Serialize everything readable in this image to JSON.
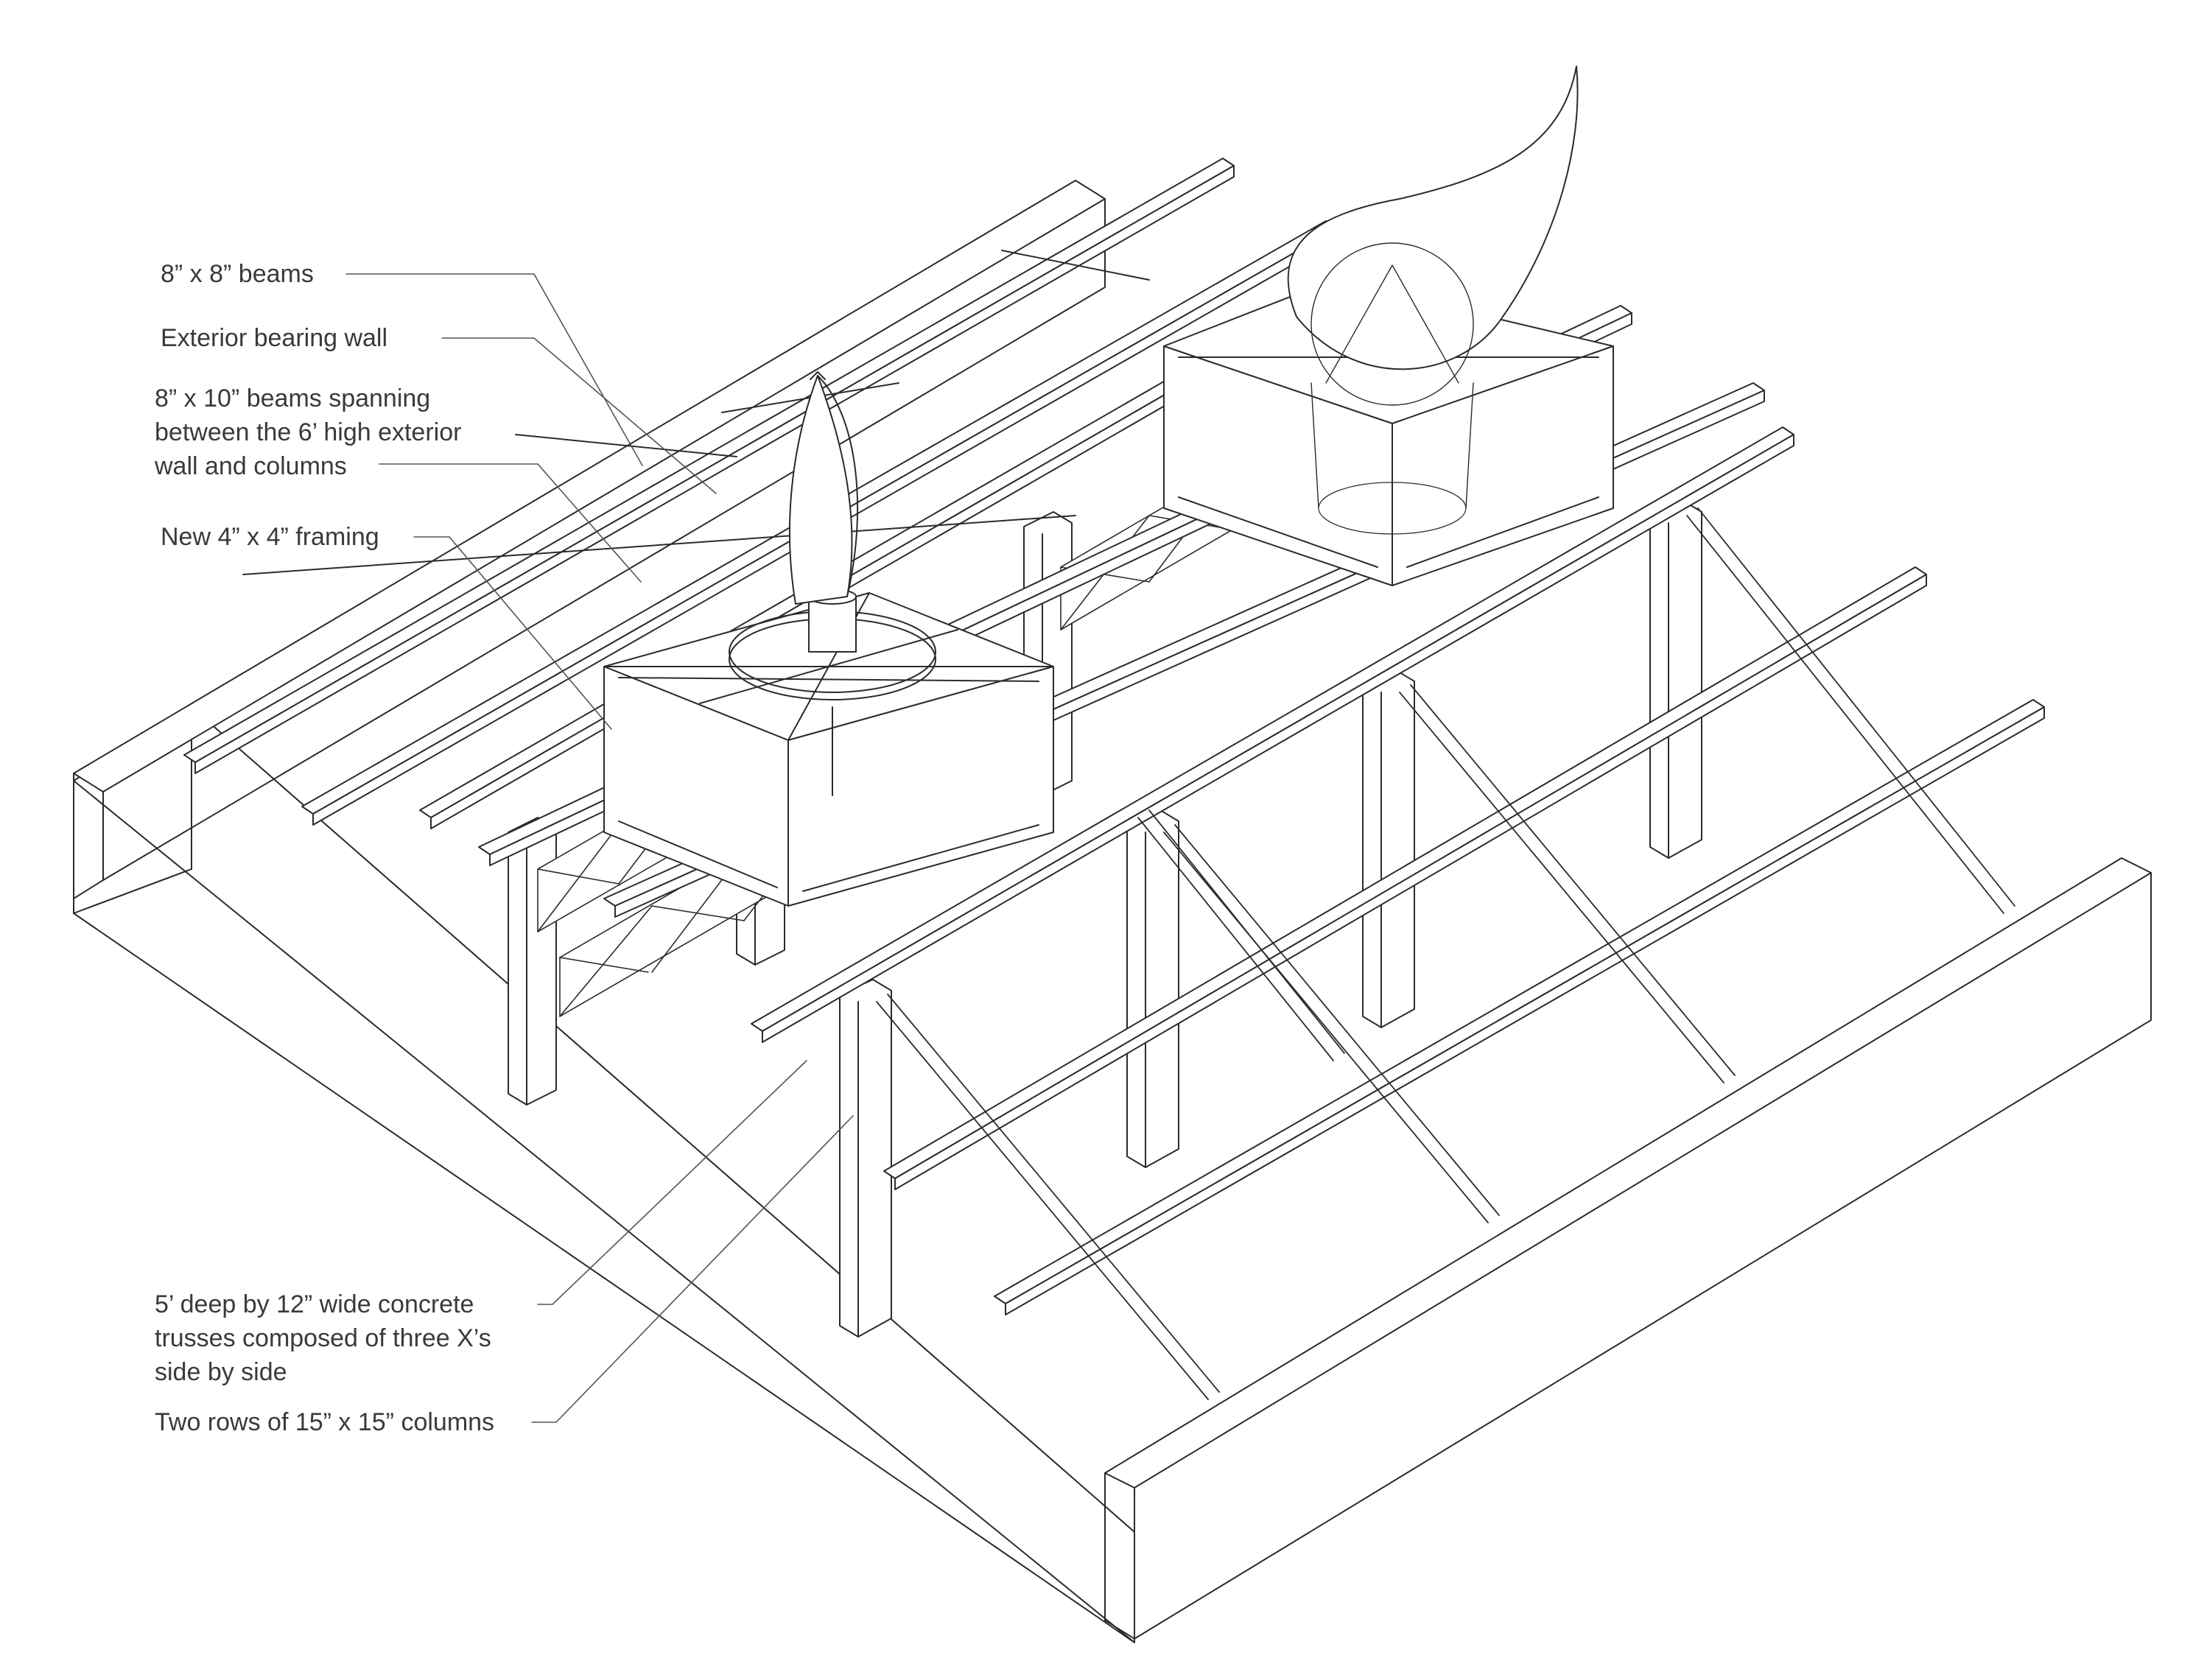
{
  "annotations": [
    {
      "id": "beams-8x8",
      "text": "8” x 8” beams"
    },
    {
      "id": "exterior-bearing-wall",
      "text": "Exterior bearing wall"
    },
    {
      "id": "beams-8x10",
      "text": "8” x 10” beams spanning\nbetween the 6’ high exterior\nwall and columns"
    },
    {
      "id": "framing-4x4",
      "text": "New 4” x 4” framing"
    },
    {
      "id": "concrete-trusses",
      "text": "5’ deep by 12” wide concrete\ntrusses composed of three X’s\nside by side"
    },
    {
      "id": "columns-15x15",
      "text": "Two rows of 15” x 15” columns"
    }
  ],
  "colors": {
    "line": "#2b2b2b",
    "leader": "#555555",
    "text": "#3a3a3a"
  }
}
